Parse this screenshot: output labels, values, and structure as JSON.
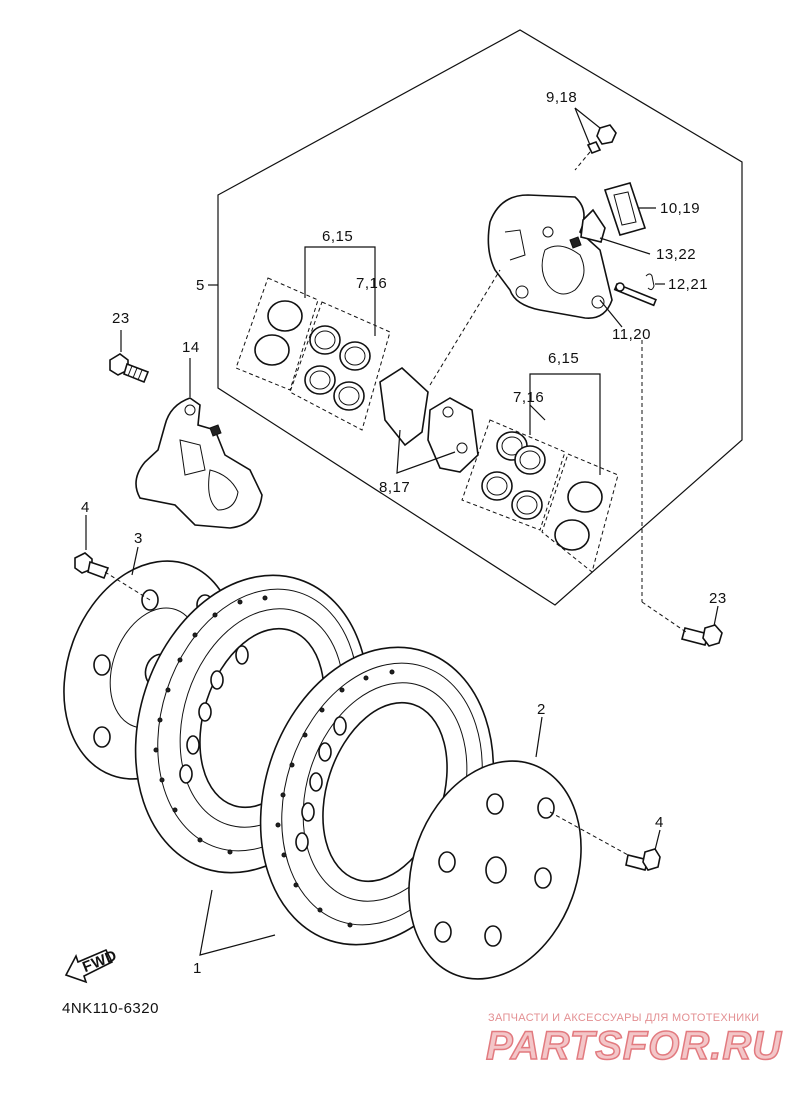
{
  "labels": {
    "l_9_18": "9,18",
    "l_10_19": "10,19",
    "l_13_22": "13,22",
    "l_12_21": "12,21",
    "l_11_20": "11,20",
    "l_6_15_a": "6,15",
    "l_7_16_a": "7,16",
    "l_5": "5",
    "l_23_a": "23",
    "l_14": "14",
    "l_6_15_b": "6,15",
    "l_7_16_b": "7,16",
    "l_8_17": "8,17",
    "l_4_a": "4",
    "l_3": "3",
    "l_23_b": "23",
    "l_2": "2",
    "l_4_b": "4",
    "l_1": "1"
  },
  "arrow_text": "FWD",
  "diagram_code": "4NK110-6320",
  "watermark": {
    "subtitle": "ЗАПЧАСТИ И АКСЕССУАРЫ ДЛЯ МОТОТЕХНИКИ",
    "logo": "PARTSFOR.RU"
  },
  "colors": {
    "ink": "#111111",
    "watermark": "#e27a7f"
  }
}
